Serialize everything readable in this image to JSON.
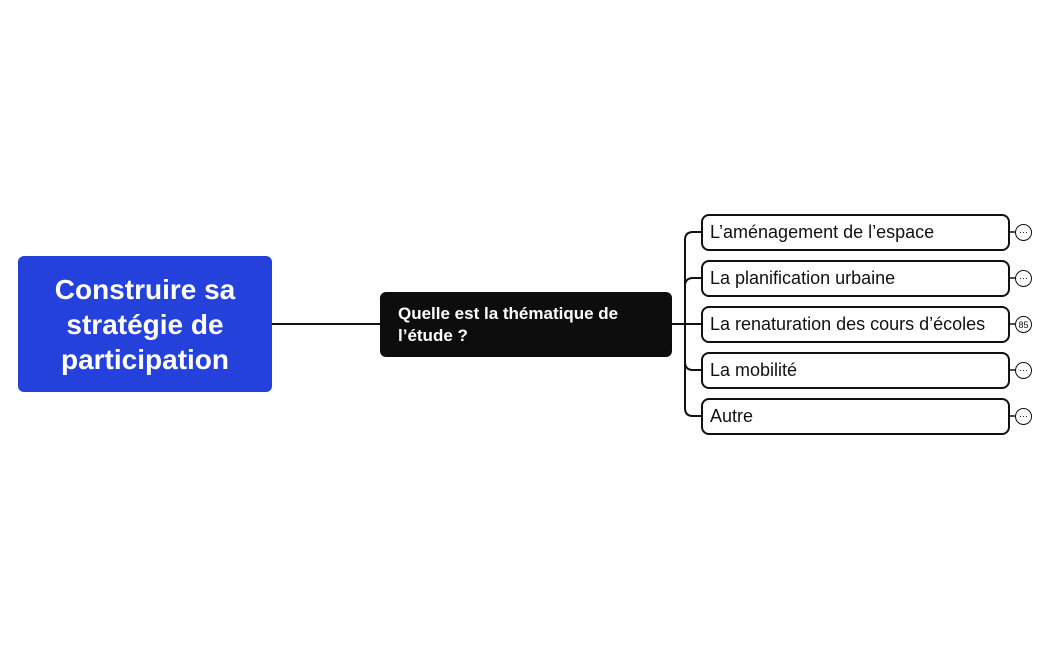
{
  "root": {
    "label": "Construire sa stratégie de participation",
    "color": "#2541db"
  },
  "question": {
    "label": "Quelle est la thématique de l’étude ?"
  },
  "options": [
    {
      "label": "L’aménagement de l’espace",
      "badge": "⋯"
    },
    {
      "label": "La planification urbaine",
      "badge": "⋯"
    },
    {
      "label": "La renaturation des cours d’écoles",
      "badge": "85"
    },
    {
      "label": "La mobilité",
      "badge": "⋯"
    },
    {
      "label": "Autre",
      "badge": "⋯"
    }
  ]
}
